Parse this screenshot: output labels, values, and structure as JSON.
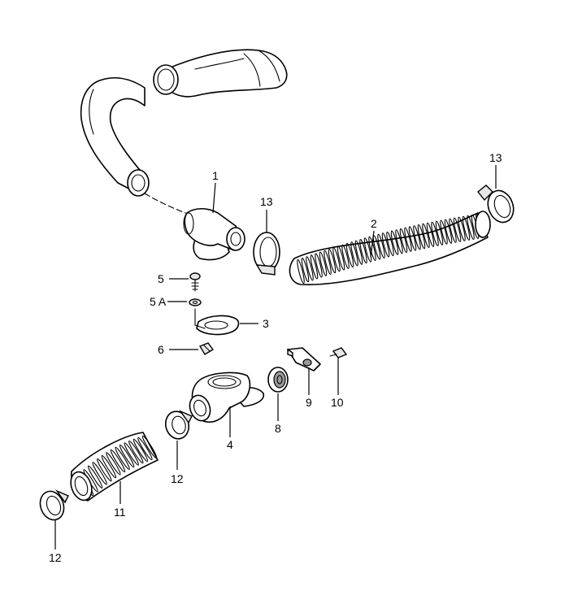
{
  "diagram": {
    "callouts": [
      {
        "id": "c1",
        "text": "1"
      },
      {
        "id": "c2",
        "text": "2"
      },
      {
        "id": "c3",
        "text": "3"
      },
      {
        "id": "c4",
        "text": "4"
      },
      {
        "id": "c5",
        "text": "5"
      },
      {
        "id": "c5a",
        "text": "5 A"
      },
      {
        "id": "c6",
        "text": "6"
      },
      {
        "id": "c8",
        "text": "8"
      },
      {
        "id": "c9",
        "text": "9"
      },
      {
        "id": "c10",
        "text": "10"
      },
      {
        "id": "c11",
        "text": "11"
      },
      {
        "id": "c12a",
        "text": "12"
      },
      {
        "id": "c12b",
        "text": "12"
      },
      {
        "id": "c13a",
        "text": "13"
      },
      {
        "id": "c13b",
        "text": "13"
      }
    ]
  }
}
